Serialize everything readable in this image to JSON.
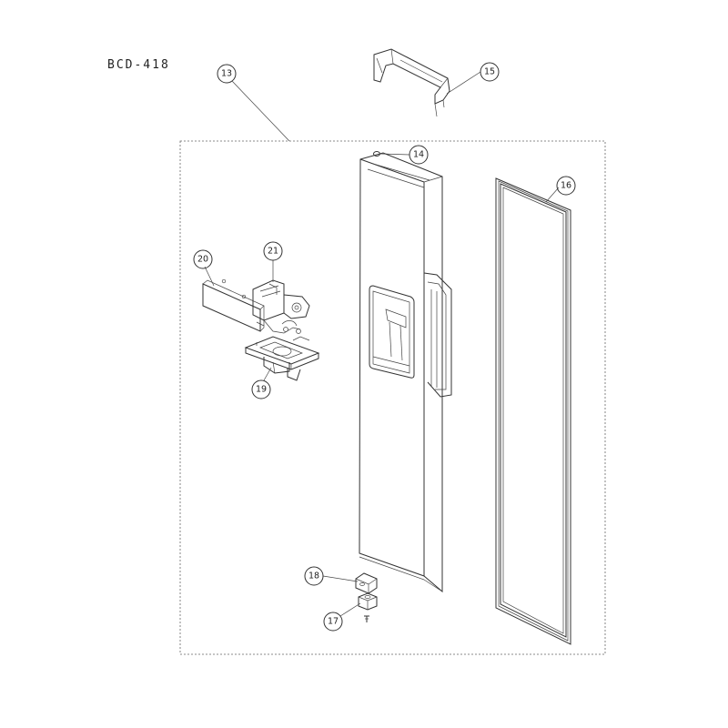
{
  "model": "BCD-418",
  "callouts": {
    "c13": "13",
    "c14": "14",
    "c15": "15",
    "c16": "16",
    "c17": "17",
    "c18": "18",
    "c19": "19",
    "c20": "20",
    "c21": "21"
  }
}
